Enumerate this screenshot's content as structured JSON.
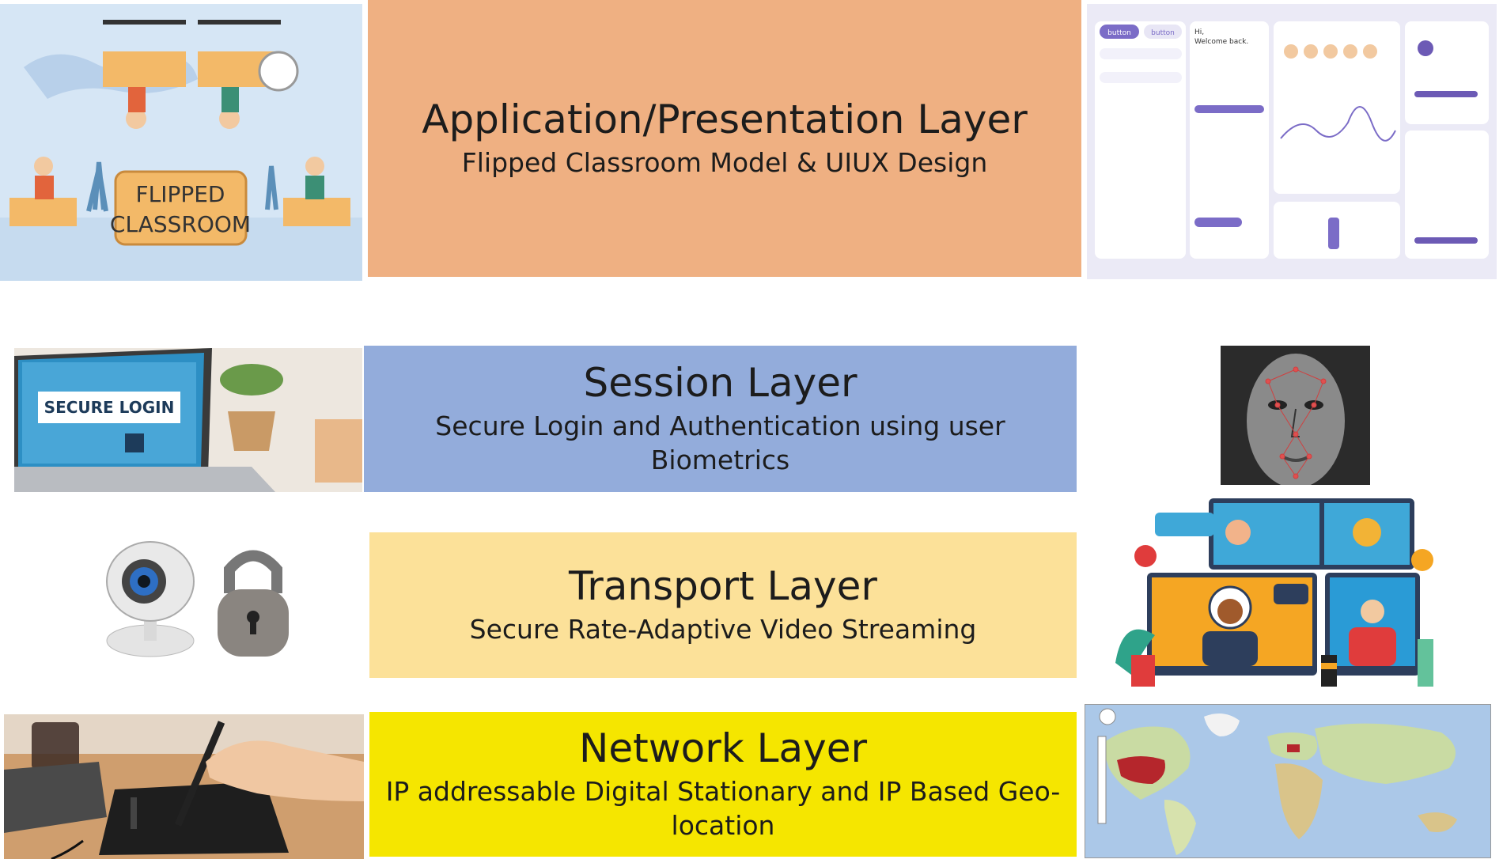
{
  "layers": [
    {
      "title": "Application/Presentation Layer",
      "subtitle": "Flipped Classroom Model & UIUX Design",
      "color": "#efb082"
    },
    {
      "title": "Session Layer",
      "subtitle": "Secure Login and Authentication using user Biometrics",
      "color": "#93acdb"
    },
    {
      "title": "Transport Layer",
      "subtitle": "Secure Rate-Adaptive Video Streaming",
      "color": "#fce199"
    },
    {
      "title": "Network Layer",
      "subtitle": "IP addressable Digital Stationary and IP Based Geo-location",
      "color": "#f5e600"
    }
  ],
  "images": {
    "classroom_sign_line1": "FLIPPED",
    "classroom_sign_line2": "CLASSROOM",
    "secure_login_text": "SECURE LOGIN",
    "ui_button_1": "button",
    "ui_button_2": "button",
    "ui_greeting_1": "Hi,",
    "ui_greeting_2": "Welcome back."
  }
}
